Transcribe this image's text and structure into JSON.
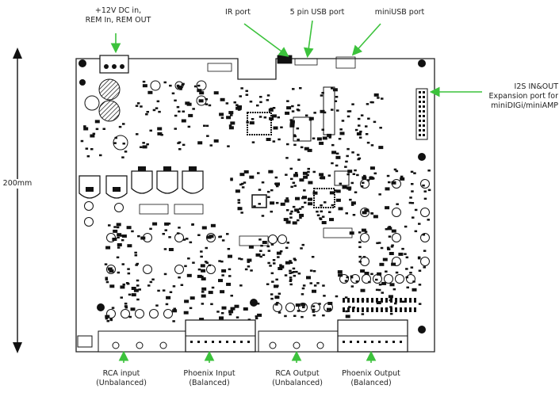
{
  "annotations": {
    "power": {
      "line1": "+12V DC in,",
      "line2": "REM In, REM OUT"
    },
    "ir": {
      "text": "IR port"
    },
    "usb5pin": {
      "text": "5 pin USB port"
    },
    "miniusb": {
      "text": "miniUSB port"
    },
    "i2s": {
      "line1": "I2S IN&OUT",
      "line2": "Expansion port for",
      "line3": "miniDIGi/miniAMP"
    },
    "dimension": {
      "text": "200mm"
    },
    "rca_input": {
      "line1": "RCA input",
      "line2": "(Unbalanced)"
    },
    "phoenix_input": {
      "line1": "Phoenix Input",
      "line2": "(Balanced)"
    },
    "rca_output": {
      "line1": "RCA Output",
      "line2": "(Unbalanced)"
    },
    "phoenix_output": {
      "line1": "Phoenix Output",
      "line2": "(Balanced)"
    }
  },
  "colors": {
    "arrow": "#3cc23c",
    "board_stroke": "#222222",
    "component": "#111111"
  }
}
